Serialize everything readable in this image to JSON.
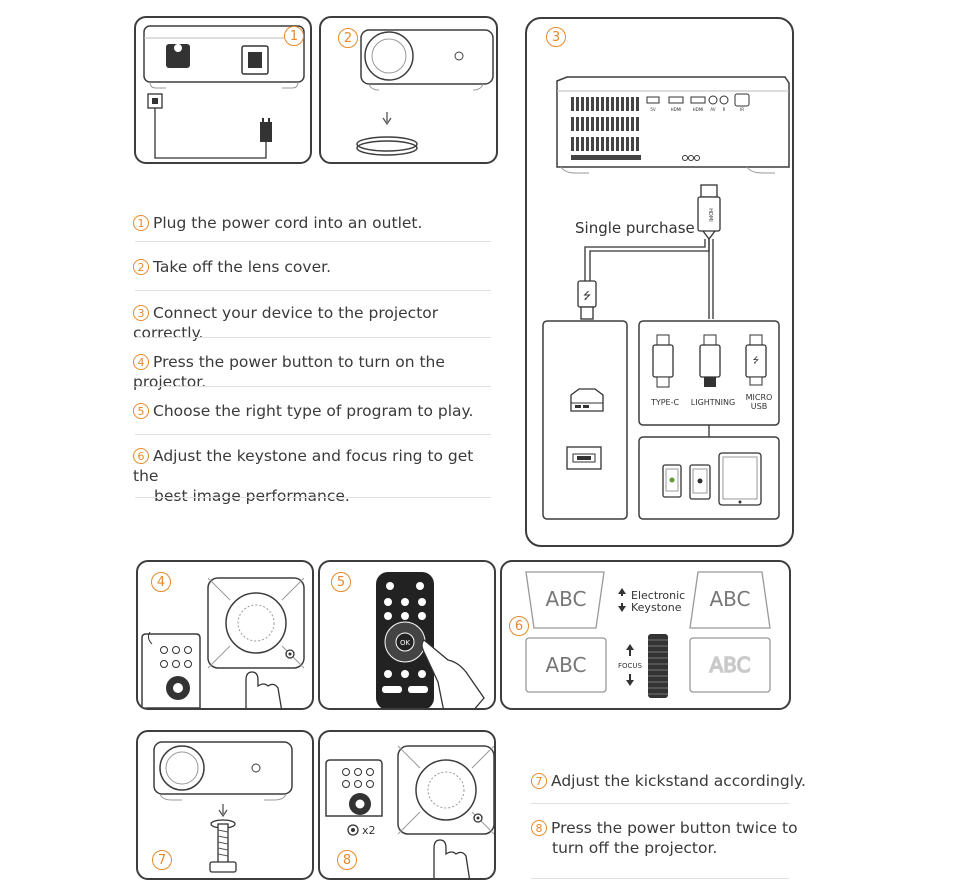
{
  "panels": {
    "p1": "1",
    "p2": "2",
    "p3": "3",
    "p4": "4",
    "p5": "5",
    "p6": "6",
    "p7": "7",
    "p8": "8"
  },
  "steps": [
    {
      "num": "1",
      "text": "Plug the power cord into an outlet.",
      "cont": ""
    },
    {
      "num": "2",
      "text": "Take off the lens cover.",
      "cont": ""
    },
    {
      "num": "3",
      "text": "Connect your device to the projector correctly.",
      "cont": ""
    },
    {
      "num": "4",
      "text": "Press the power button to turn on the projector.",
      "cont": ""
    },
    {
      "num": "5",
      "text": "Choose the right type of program to play.",
      "cont": ""
    },
    {
      "num": "6",
      "text": "Adjust the keystone and focus ring to get the",
      "cont": "best image performance."
    },
    {
      "num": "7",
      "text": "Adjust the kickstand accordingly.",
      "cont": ""
    },
    {
      "num": "8",
      "text": "Press the power button twice to",
      "cont": "turn off the projector."
    }
  ],
  "connection": {
    "single_purchase": "Single purchase",
    "hdmi": "HDMI",
    "type_c": "TYPE-C",
    "lightning": "LIGHTNING",
    "micro_usb_1": "MICRO",
    "micro_usb_2": "USB",
    "ports": [
      "5V",
      "HDMI",
      "HDMI",
      "AV",
      "R",
      "IR"
    ]
  },
  "remote": {
    "ok": "OK"
  },
  "keystone": {
    "abc": "ABC",
    "electronic": "Electronic",
    "keystone": "Keystone",
    "focus": "FOCUS"
  },
  "poweroff": {
    "times": "x2"
  },
  "colors": {
    "accent": "#e48a2c",
    "line": "#3d3d3d"
  }
}
